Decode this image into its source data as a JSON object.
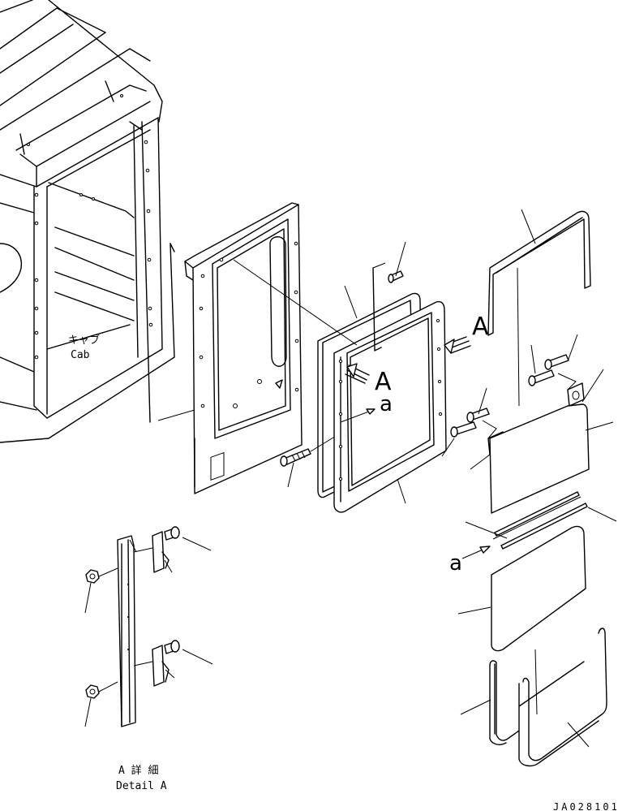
{
  "labels": {
    "cab_jp": "キャブ",
    "cab_en": "Cab",
    "view_arrow_a": "A",
    "detail_mark_a": "A",
    "detail_mark_small_a": "a",
    "lower_small_a": "a",
    "detail_title_jp": "A 詳 細",
    "detail_title_en": "Detail A",
    "drawing_number": "JA028101"
  }
}
